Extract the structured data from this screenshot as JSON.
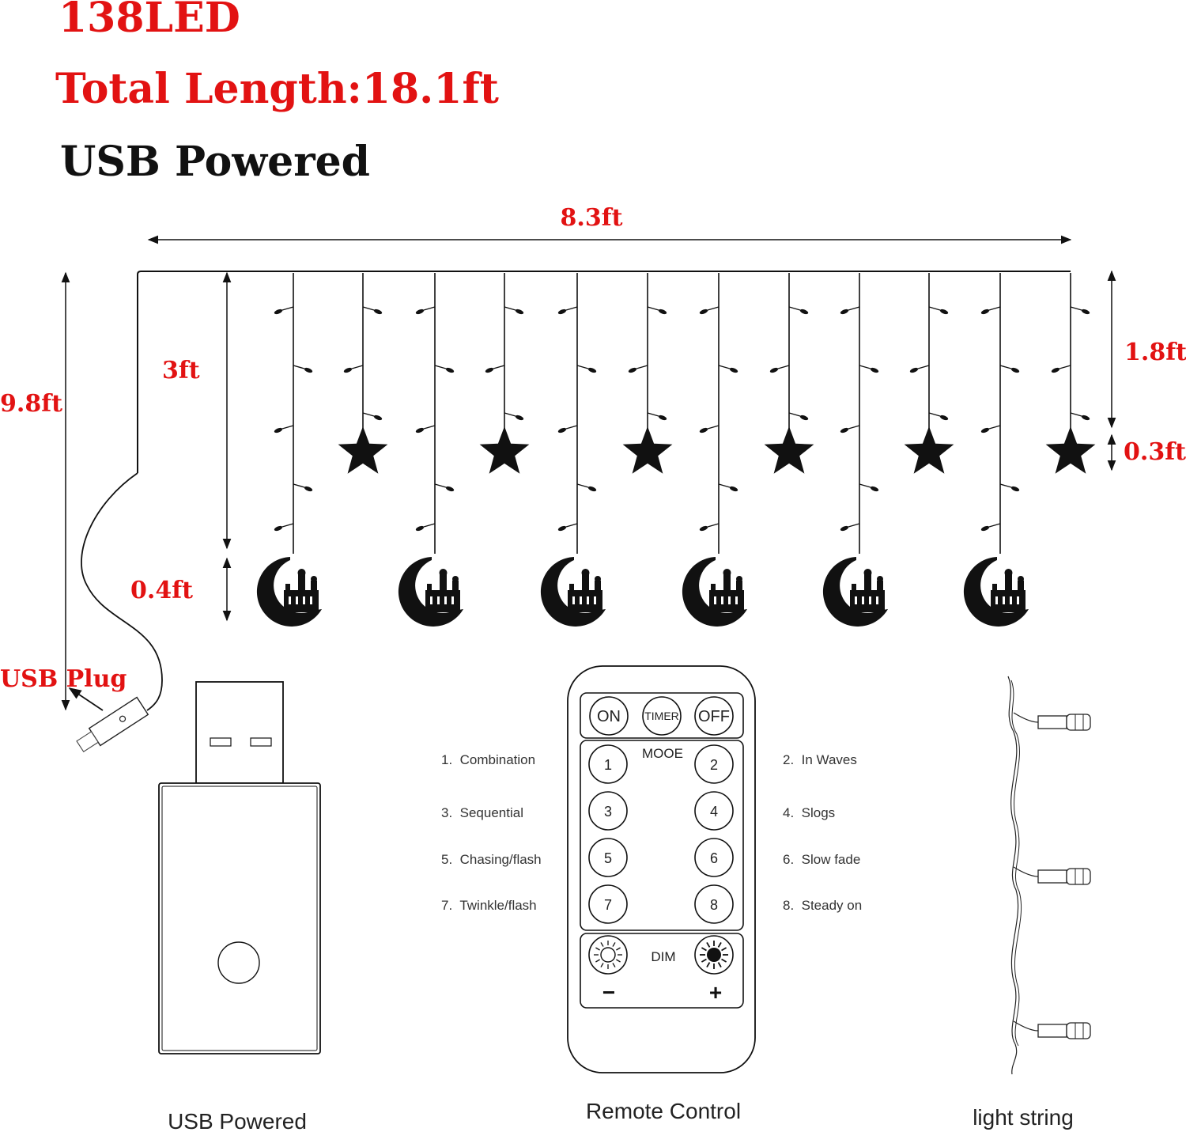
{
  "colors": {
    "accent": "#e21212",
    "ink": "#111111"
  },
  "header": {
    "led_count": "138LED",
    "total_length": "Total Length:18.1ft",
    "power": "USB Powered"
  },
  "dimensions": {
    "width": "8.3ft",
    "total_drop": "9.8ft",
    "long_strand": "3ft",
    "short_strand": "1.8ft",
    "star_size": "0.3ft",
    "moon_size": "0.4ft"
  },
  "usb_plug_label": "USB Plug",
  "remote": {
    "top_buttons": [
      "ON",
      "TIMER",
      "OFF"
    ],
    "mode_label": "MOOE",
    "mode_buttons": [
      "1",
      "2",
      "3",
      "4",
      "5",
      "6",
      "7",
      "8"
    ],
    "dim_label": "DIM",
    "minus": "−",
    "plus": "+"
  },
  "modes_left": [
    "1.  Combination",
    "3.  Sequential",
    "5.  Chasing/flash",
    "7.  Twinkle/flash"
  ],
  "modes_right": [
    "2.  In Waves",
    "4.  Slogs",
    "6.  Slow fade",
    "8.  Steady on"
  ],
  "captions": {
    "adapter": "USB Powered",
    "remote": "Remote Control",
    "light_string": "light string"
  },
  "icons": {
    "star": "star-icon",
    "moon": "crescent-moon-mosque-icon",
    "sun_dim": "sun-outline-icon",
    "sun_bright": "sun-filled-icon"
  }
}
